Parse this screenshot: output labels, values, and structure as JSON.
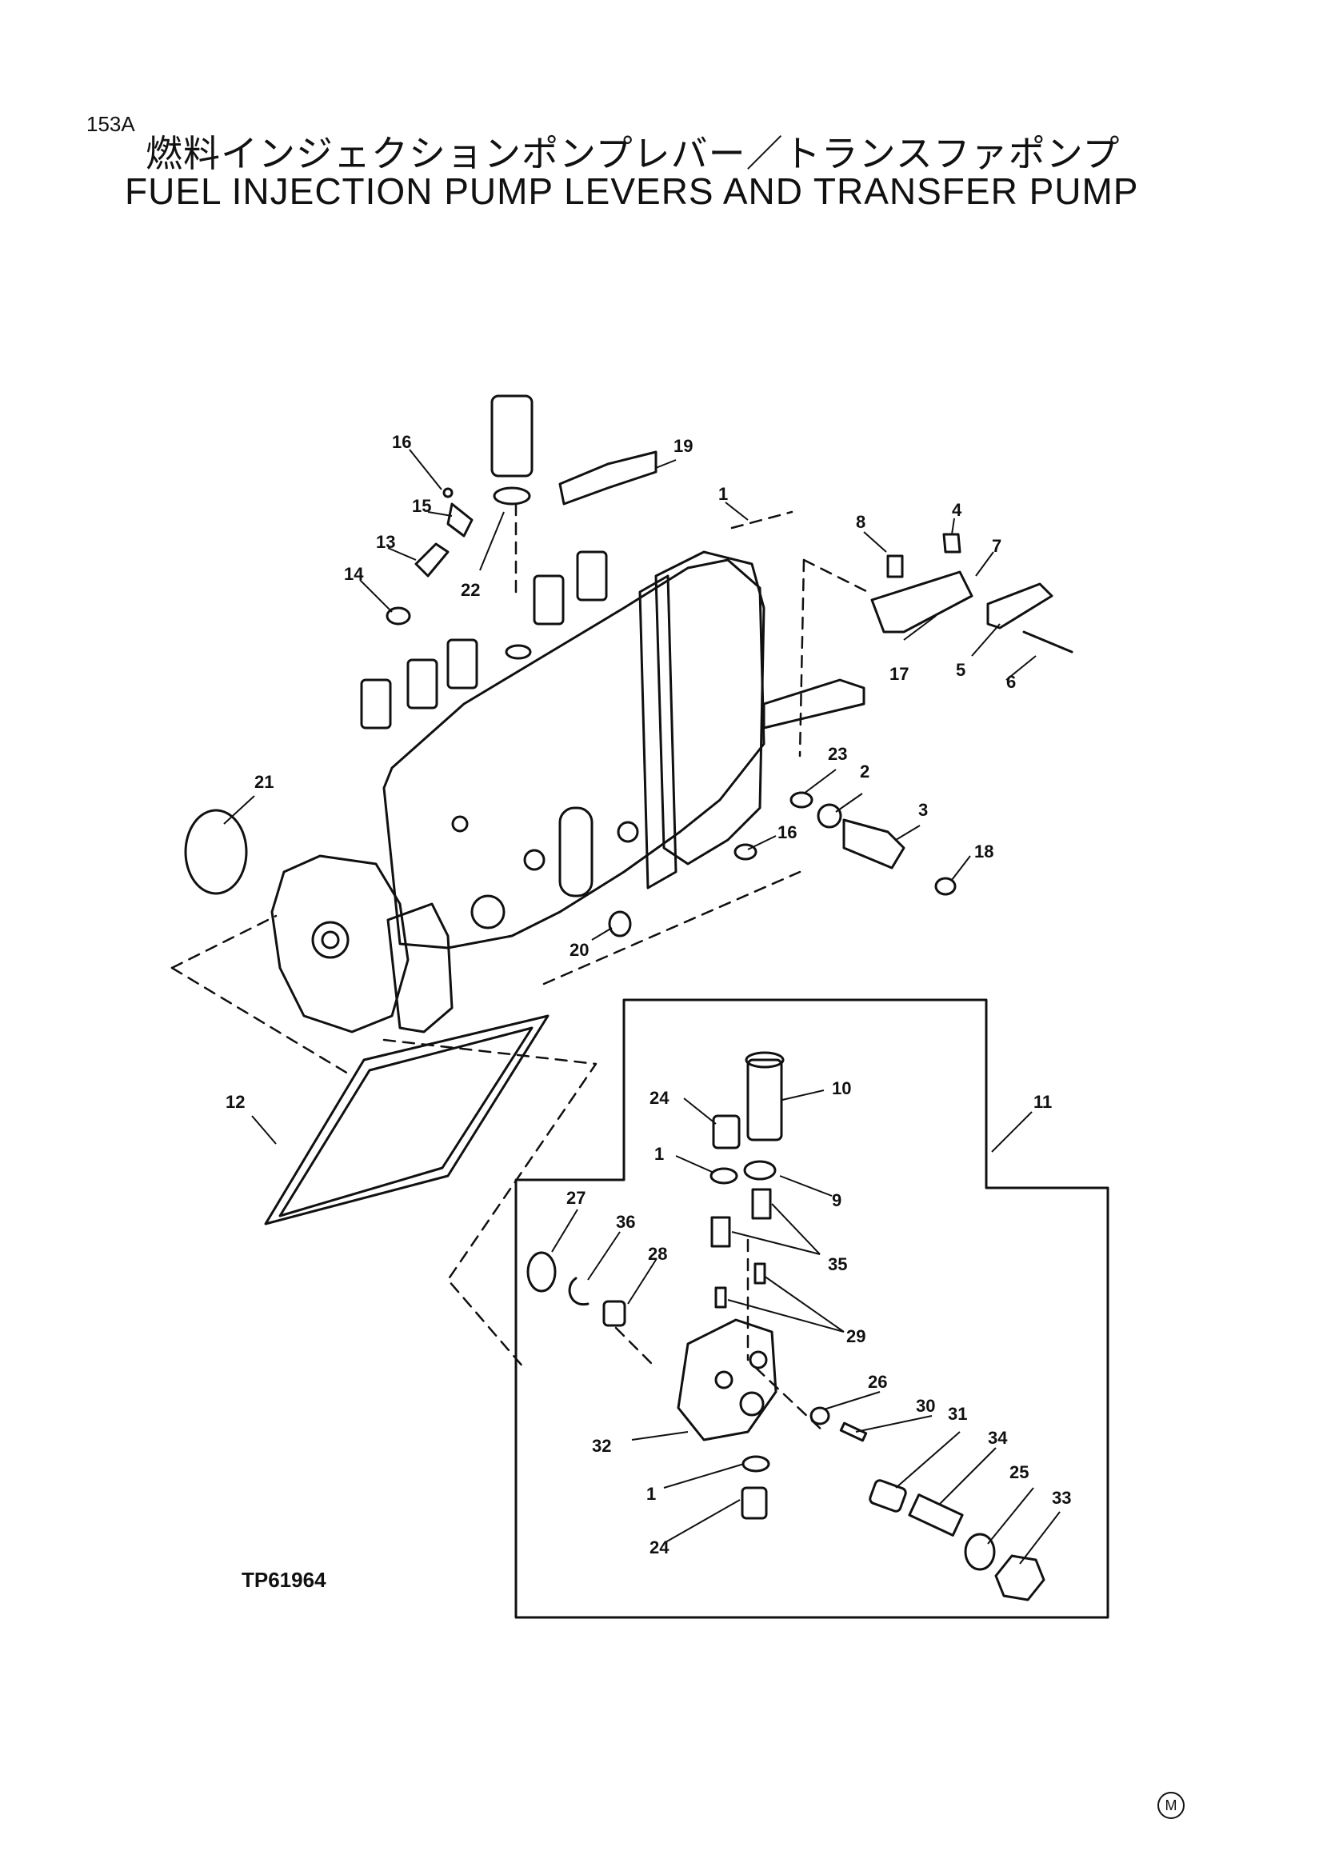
{
  "header": {
    "page_code": "153A",
    "title_jp": "燃料インジェクションポンプレバー／トランスファポンプ",
    "title_en": "FUEL INJECTION PUMP LEVERS AND TRANSFER PUMP"
  },
  "figure": {
    "reference_code": "TP61964",
    "corner_mark": "M",
    "callouts": [
      "16",
      "19",
      "1",
      "15",
      "8",
      "4",
      "13",
      "7",
      "14",
      "22",
      "17",
      "5",
      "6",
      "21",
      "23",
      "2",
      "3",
      "16",
      "18",
      "20",
      "10",
      "24",
      "11",
      "12",
      "1",
      "9",
      "27",
      "36",
      "28",
      "35",
      "29",
      "26",
      "30",
      "31",
      "32",
      "34",
      "25",
      "33",
      "1",
      "24"
    ]
  }
}
